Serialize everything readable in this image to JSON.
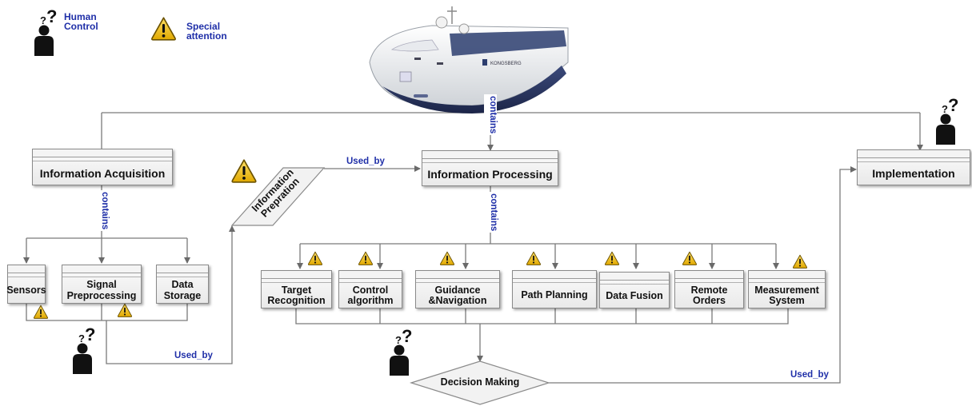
{
  "legend": {
    "human_control": "Human\nControl",
    "special_attention": "Special\nattention"
  },
  "ship": {
    "brand": "KONGSBERG"
  },
  "edges": {
    "contains_top": "contains",
    "contains_acquisition": "contains",
    "contains_processing": "contains",
    "used_by_preparation": "Used_by",
    "used_by_sensors": "Used_by",
    "used_by_decision": "Used_by"
  },
  "nodes": {
    "information_acquisition": "Information Acquisition",
    "information_processing": "Information Processing",
    "implementation": "Implementation",
    "information_preparation": "Information\nPrepration",
    "decision_making": "Decision Making",
    "sensors": "Sensors",
    "signal_preprocessing": "Signal\nPreprocessing",
    "data_storage": "Data\nStorage",
    "target_recognition": "Target\nRecognition",
    "control_algorithm": "Control\nalgorithm",
    "guidance_navigation": "Guidance\n&Navigation",
    "path_planning": "Path Planning",
    "data_fusion": "Data Fusion",
    "remote_orders": "Remote\nOrders",
    "measurement_system": "Measurement\nSystem"
  },
  "colors": {
    "label_blue": "#1f2fa8",
    "warning_yellow": "#f5c518",
    "line_gray": "#7a7a7a",
    "hull_navy": "#2b3a67"
  },
  "icons": [
    "human-question-icon",
    "warning-icon",
    "autonomous-ship-icon"
  ]
}
